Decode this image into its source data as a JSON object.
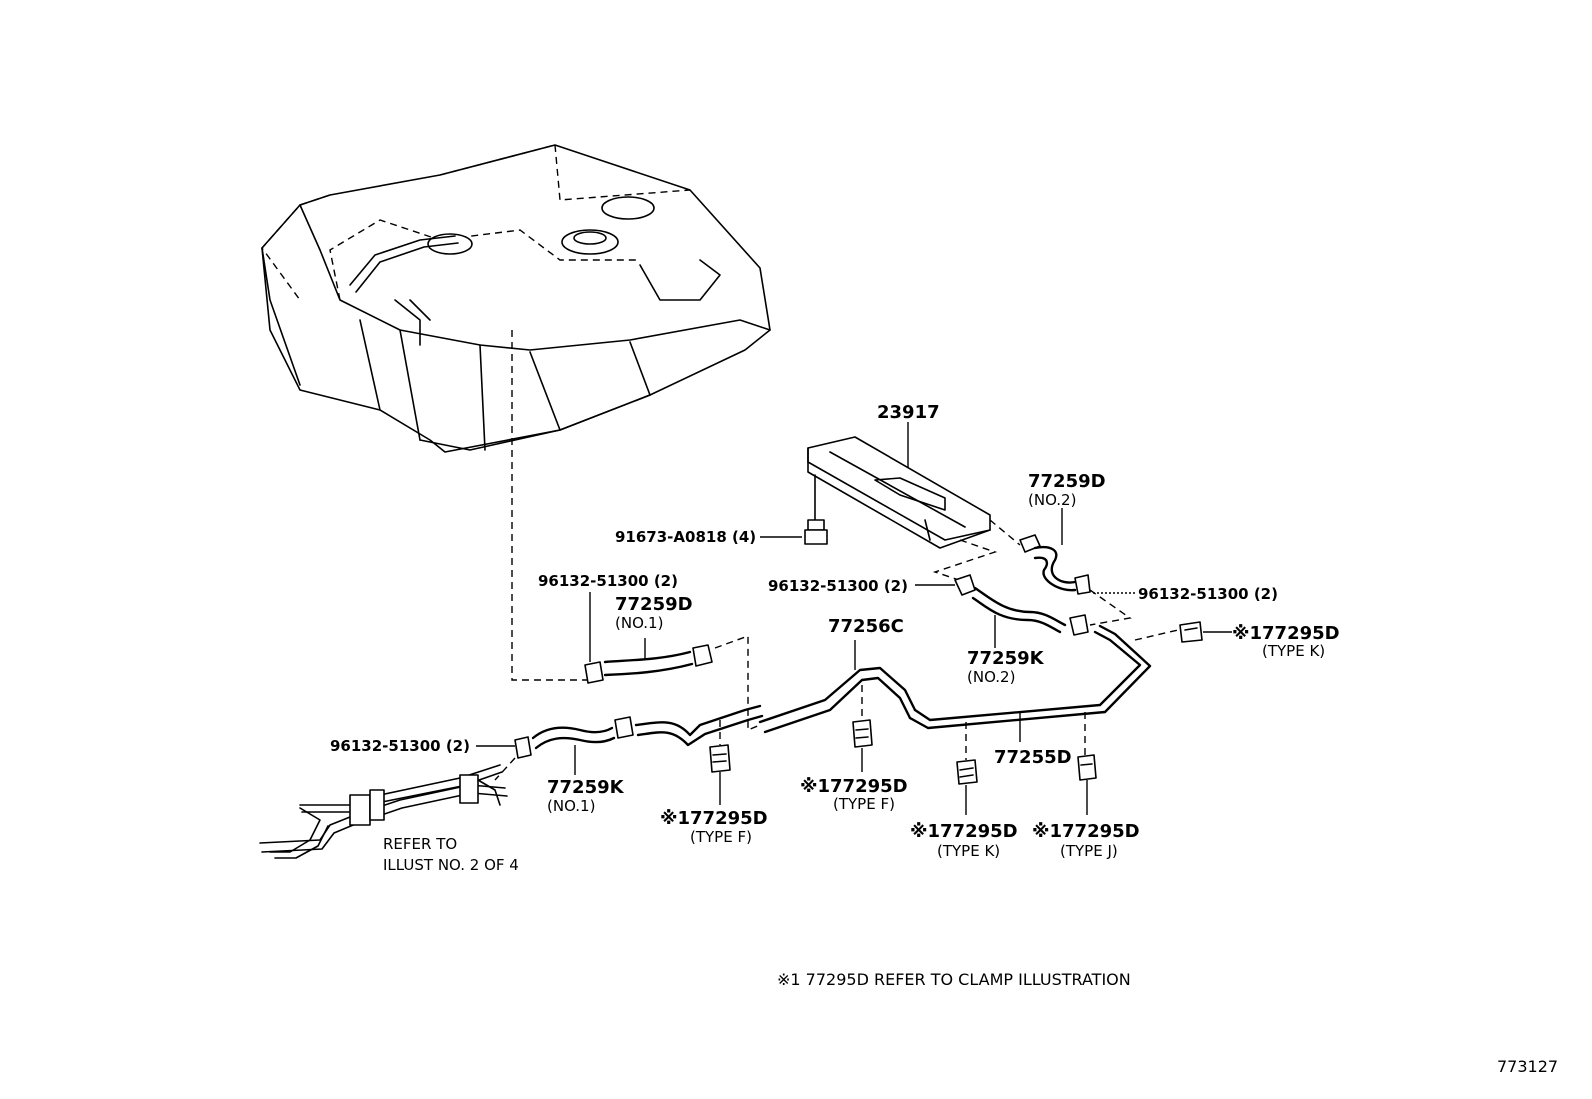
{
  "parts": {
    "p23917": "23917",
    "bolt": "91673-A0818 (4)",
    "clip_a": "96132-51300 (2)",
    "clip_b": "96132-51300 (2)",
    "clip_c": "96132-51300 (2)",
    "clip_d": "96132-51300 (2)",
    "hose_d_no2": "77259D",
    "hose_d_no2_sub": "(NO.2)",
    "hose_d_no1": "77259D",
    "hose_d_no1_sub": "(NO.1)",
    "hose_k_no2": "77259K",
    "hose_k_no2_sub": "(NO.2)",
    "hose_k_no1": "77259K",
    "hose_k_no1_sub": "(NO.1)",
    "pipe_c": "77256C",
    "pipe_d": "77255D",
    "clamp_k_top": "※177295D",
    "clamp_k_top_sub": "(TYPE K)",
    "clamp_f_mid": "※177295D",
    "clamp_f_mid_sub": "(TYPE F)",
    "clamp_f_left": "※177295D",
    "clamp_f_left_sub": "(TYPE F)",
    "clamp_k_bottom": "※177295D",
    "clamp_k_bottom_sub": "(TYPE K)",
    "clamp_j": "※177295D",
    "clamp_j_sub": "(TYPE J)"
  },
  "refer": {
    "line1": "REFER TO",
    "line2": "ILLUST NO. 2 OF 4"
  },
  "footnote": "※1 77295D REFER TO CLAMP ILLUSTRATION",
  "illustration_number": "773127"
}
